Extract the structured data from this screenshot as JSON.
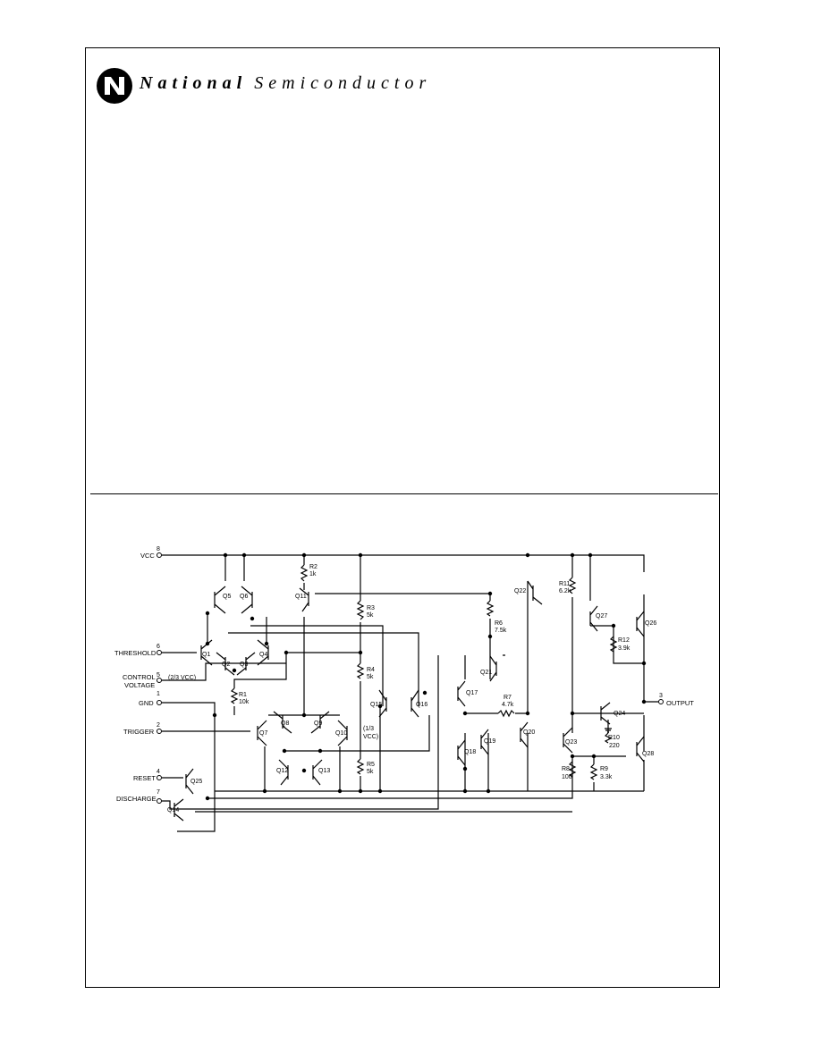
{
  "header": {
    "brand_bold": "National",
    "brand_light": "Semiconductor"
  },
  "schematic": {
    "pins": {
      "vcc_num": "8",
      "vcc": "VCC",
      "threshold_num": "6",
      "threshold": "THRESHOLD",
      "control_num": "5",
      "control_1": "CONTROL",
      "control_2": "VOLTAGE",
      "gnd_num": "1",
      "gnd": "GND",
      "trigger_num": "2",
      "trigger": "TRIGGER",
      "reset_num": "4",
      "reset": "RESET",
      "discharge_num": "7",
      "discharge": "DISCHARGE",
      "output_num": "3",
      "output": "OUTPUT"
    },
    "notes": {
      "two_thirds": "(2/3 VCC)",
      "one_third_a": "(1/3",
      "one_third_b": "VCC)"
    },
    "transistors": {
      "q1": "Q1",
      "q2": "Q2",
      "q3": "Q3",
      "q4": "Q4",
      "q5": "Q5",
      "q6": "Q6",
      "q7": "Q7",
      "q8": "Q8",
      "q9": "Q9",
      "q10": "Q10",
      "q11": "Q11",
      "q12": "Q12",
      "q13": "Q13",
      "q14": "Q14",
      "q15": "Q15",
      "q16": "Q16",
      "q17": "Q17",
      "q18": "Q18",
      "q19": "Q19",
      "q20": "Q20",
      "q21": "Q21",
      "q22": "Q22",
      "q23": "Q23",
      "q24": "Q24",
      "q25": "Q25",
      "q26": "Q26",
      "q27": "Q27",
      "q28": "Q28"
    },
    "resistors": {
      "r1_name": "R1",
      "r1_val": "10k",
      "r2_name": "R2",
      "r2_val": "1k",
      "r3_name": "R3",
      "r3_val": "5k",
      "r4_name": "R4",
      "r4_val": "5k",
      "r5_name": "R5",
      "r5_val": "5k",
      "r6_name": "R6",
      "r6_val": "7.5k",
      "r7_name": "R7",
      "r7_val": "4.7k",
      "r8_name": "R8",
      "r8_val": "100",
      "r9_name": "R9",
      "r9_val": "3.3k",
      "r10_name": "R10",
      "r10_val": "220",
      "r11_name": "R11",
      "r11_val": "6.2k",
      "r12_name": "R12",
      "r12_val": "3.9k"
    }
  }
}
